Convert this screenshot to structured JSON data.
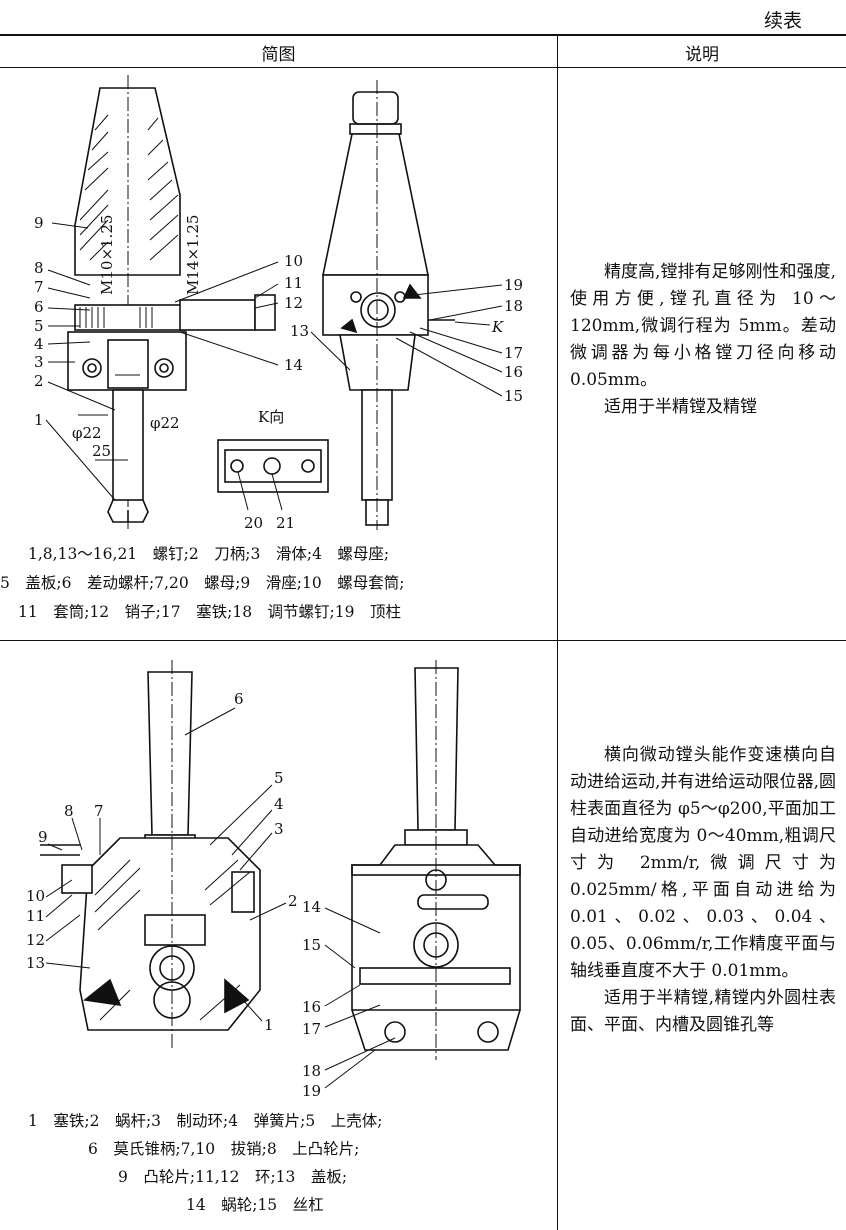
{
  "continued_label": "续表",
  "headers": {
    "figure": "简图",
    "description": "说明"
  },
  "row1": {
    "caption_lines": [
      "1,8,13～16,21　螺钉;2　刀柄;3　滑体;4　螺母座;",
      "5　盖板;6　差动螺杆;7,20　螺母;9　滑座;10　螺母套筒;",
      "11　套筒;12　销子;17　塞铁;18　调节螺钉;19　顶柱"
    ],
    "description": "精度高,镗排有足够刚性和强度,使用方便,镗孔直径为 10～120mm,微调行程为 5mm。差动微调器为每小格镗刀径向移动 0.05mm。",
    "usage": "适用于半精镗及精镗",
    "labels": {
      "thread_a": "M10×1.25",
      "thread_b": "M14×1.25",
      "dia_a": "φ22",
      "dia_b": "φ22",
      "dim_25": "25",
      "view_k": "K向",
      "k_arrow": "K",
      "n1": "1",
      "n2": "2",
      "n3": "3",
      "n4": "4",
      "n5": "5",
      "n6": "6",
      "n7": "7",
      "n8": "8",
      "n9": "9",
      "n10": "10",
      "n11": "11",
      "n12": "12",
      "n13": "13",
      "n14": "14",
      "n15": "15",
      "n16": "16",
      "n17": "17",
      "n18": "18",
      "n19": "19",
      "n20": "20",
      "n21": "21"
    }
  },
  "row2": {
    "caption_lines": [
      "1　塞铁;2　蜗杆;3　制动环;4　弹簧片;5　上壳体;",
      "6　莫氏锥柄;7,10　拔销;8　上凸轮片;",
      "9　凸轮片;11,12　环;13　盖板;",
      "14　蜗轮;15　丝杠"
    ],
    "description": "横向微动镗头能作变速横向自动进给运动,并有进给运动限位器,圆柱表面直径为 φ5～φ200,平面加工自动进给宽度为 0～40mm,粗调尺寸为 2mm/r,微调尺寸为 0.025mm/格,平面自动进给为 0.01、0.02、0.03、0.04、0.05、0.06mm/r,工作精度平面与轴线垂直度不大于 0.01mm。",
    "usage": "适用于半精镗,精镗内外圆柱表面、平面、内槽及圆锥孔等",
    "labels": {
      "n1": "1",
      "n2": "2",
      "n3": "3",
      "n4": "4",
      "n5": "5",
      "n6": "6",
      "n7": "7",
      "n8": "8",
      "n9": "9",
      "n10": "10",
      "n11": "11",
      "n12": "12",
      "n13": "13",
      "n14": "14",
      "n15": "15",
      "n16": "16",
      "n17": "17",
      "n18": "18",
      "n19": "19"
    }
  }
}
